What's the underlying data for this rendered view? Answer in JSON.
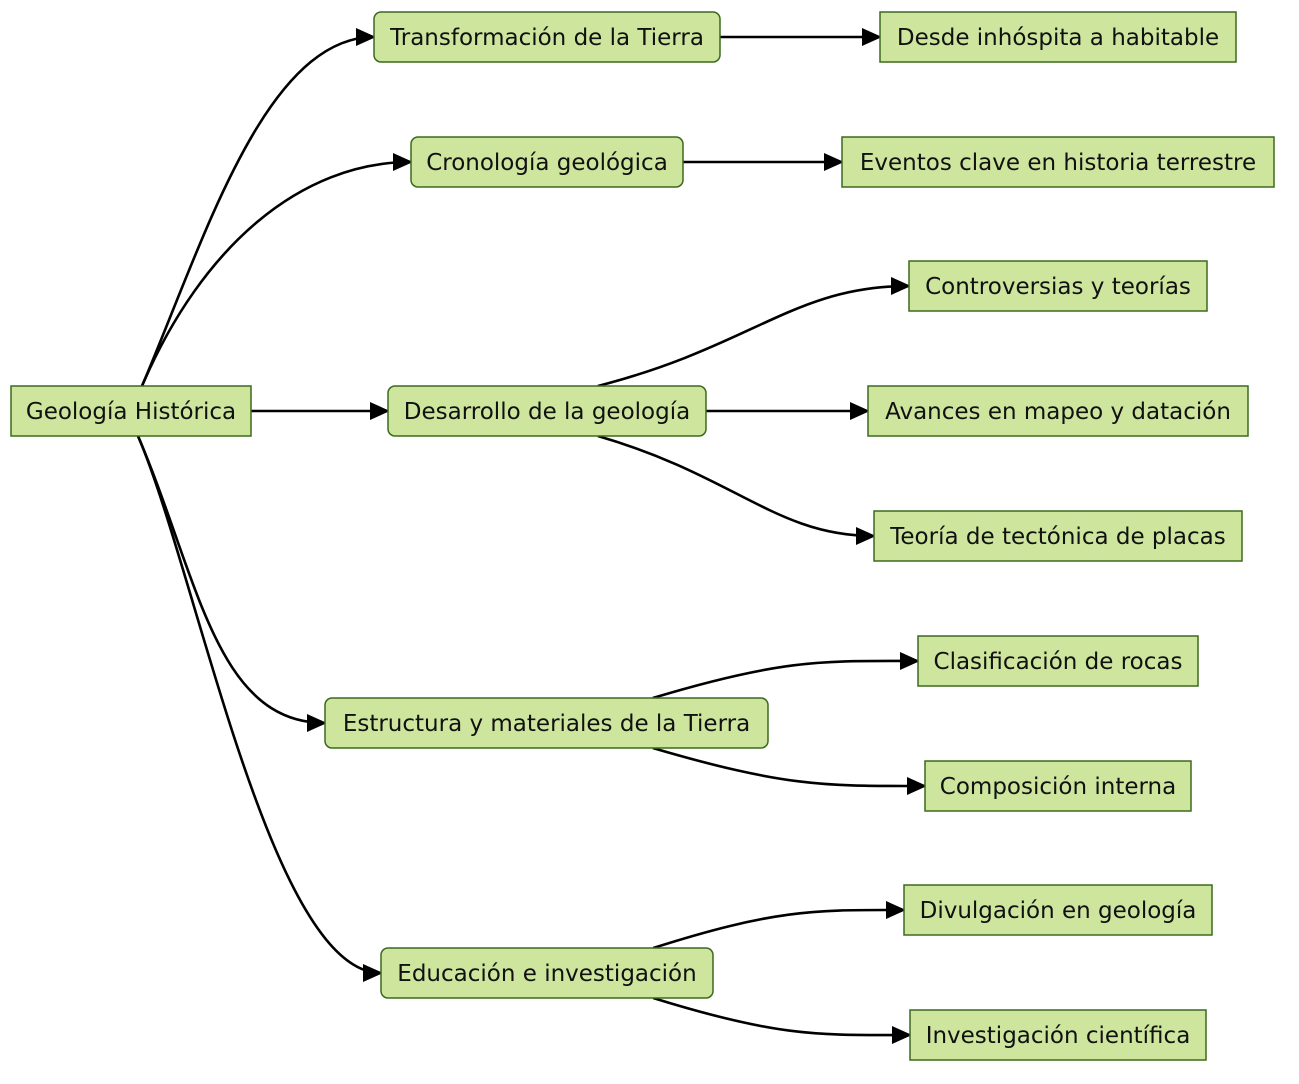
{
  "diagram": {
    "title": "Geología Histórica",
    "colors": {
      "node_fill": "#cde59c",
      "node_border": "#3b6a1e",
      "edge": "#000000",
      "text": "#111111",
      "background": "#ffffff"
    },
    "nodes": [
      {
        "id": "root",
        "label": "Geología Histórica",
        "level": 0,
        "shape": "square"
      },
      {
        "id": "transformacion",
        "label": "Transformación de la Tierra",
        "level": 1,
        "shape": "rounded"
      },
      {
        "id": "cronologia",
        "label": "Cronología geológica",
        "level": 1,
        "shape": "rounded"
      },
      {
        "id": "desarrollo",
        "label": "Desarrollo de la geología",
        "level": 1,
        "shape": "rounded"
      },
      {
        "id": "estructura",
        "label": "Estructura y materiales de la Tierra",
        "level": 1,
        "shape": "rounded"
      },
      {
        "id": "educacion",
        "label": "Educación e investigación",
        "level": 1,
        "shape": "rounded"
      },
      {
        "id": "inhospita",
        "label": "Desde inhóspita a habitable",
        "level": 2,
        "shape": "square"
      },
      {
        "id": "eventos",
        "label": "Eventos clave en historia terrestre",
        "level": 2,
        "shape": "square"
      },
      {
        "id": "controversias",
        "label": "Controversias y teorías",
        "level": 2,
        "shape": "square"
      },
      {
        "id": "avances",
        "label": "Avances en mapeo y datación",
        "level": 2,
        "shape": "square"
      },
      {
        "id": "tectonica",
        "label": "Teoría de tectónica de placas",
        "level": 2,
        "shape": "square"
      },
      {
        "id": "clasificacion",
        "label": "Clasificación de rocas",
        "level": 2,
        "shape": "square"
      },
      {
        "id": "composicion",
        "label": "Composición interna",
        "level": 2,
        "shape": "square"
      },
      {
        "id": "divulgacion",
        "label": "Divulgación en geología",
        "level": 2,
        "shape": "square"
      },
      {
        "id": "investigacion",
        "label": "Investigación científica",
        "level": 2,
        "shape": "square"
      }
    ],
    "edges": [
      {
        "from": "root",
        "to": "transformacion"
      },
      {
        "from": "root",
        "to": "cronologia"
      },
      {
        "from": "root",
        "to": "desarrollo"
      },
      {
        "from": "root",
        "to": "estructura"
      },
      {
        "from": "root",
        "to": "educacion"
      },
      {
        "from": "transformacion",
        "to": "inhospita"
      },
      {
        "from": "cronologia",
        "to": "eventos"
      },
      {
        "from": "desarrollo",
        "to": "controversias"
      },
      {
        "from": "desarrollo",
        "to": "avances"
      },
      {
        "from": "desarrollo",
        "to": "tectonica"
      },
      {
        "from": "estructura",
        "to": "clasificacion"
      },
      {
        "from": "estructura",
        "to": "composicion"
      },
      {
        "from": "educacion",
        "to": "divulgacion"
      },
      {
        "from": "educacion",
        "to": "investigacion"
      }
    ]
  }
}
